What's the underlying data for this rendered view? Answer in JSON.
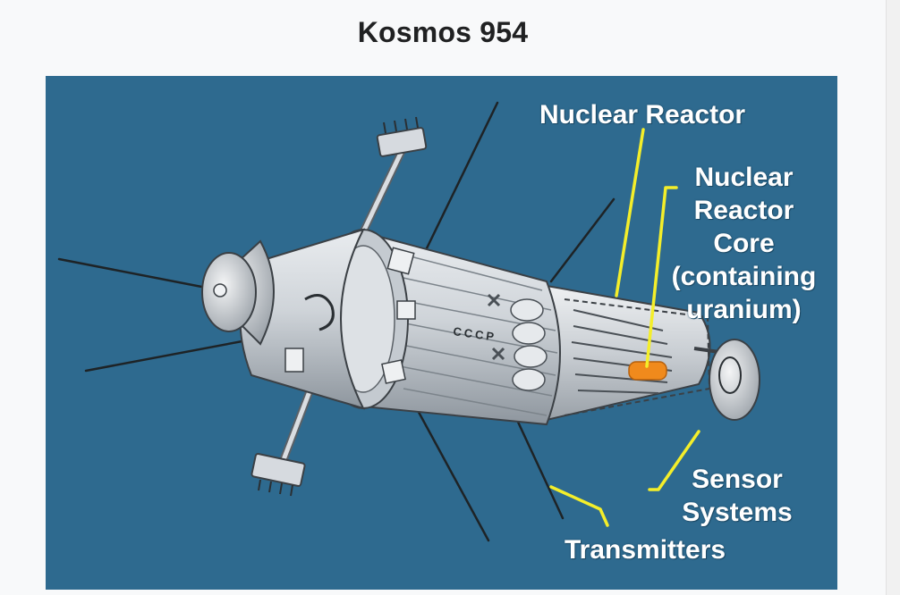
{
  "title": "Kosmos 954",
  "diagram": {
    "hull_marking": "CCCP",
    "labels": {
      "reactor": "Nuclear Reactor",
      "core_line1": "Nuclear",
      "core_line2": "Reactor",
      "core_line3": "Core",
      "core_line4": "(containing",
      "core_line5": "uranium)",
      "sensors_line1": "Sensor",
      "sensors_line2": "Systems",
      "transmitters": "Transmitters"
    },
    "colors": {
      "background": "#2e6a8f",
      "leader_lines": "#f4ee2a",
      "reactor_core": "#f08a1c"
    }
  }
}
